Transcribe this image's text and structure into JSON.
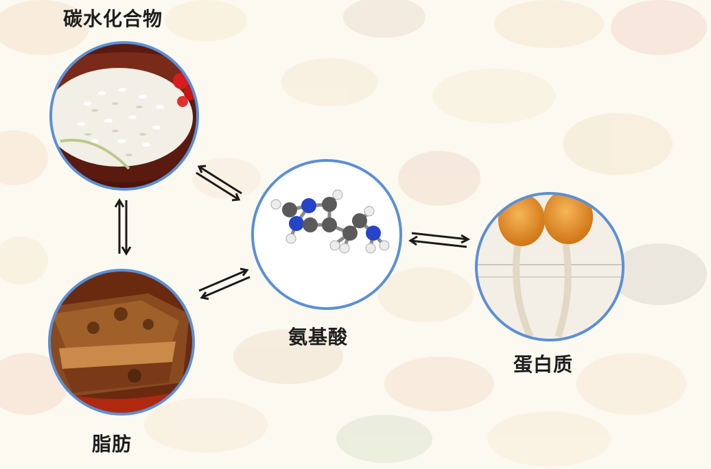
{
  "labels": {
    "carbohydrate": "碳水化合物",
    "fat": "脂肪",
    "amino_acid": "氨基酸",
    "protein": "蛋白质"
  },
  "colors": {
    "ring": "#5b8fd6",
    "arrow": "#1a1a1a",
    "label": "#1d1d1d"
  },
  "icons": {
    "carbohydrate": "rice-bowl-image",
    "fat": "braised-pork-image",
    "amino_acid": "molecule-model",
    "protein": "egg-yolk-image"
  }
}
